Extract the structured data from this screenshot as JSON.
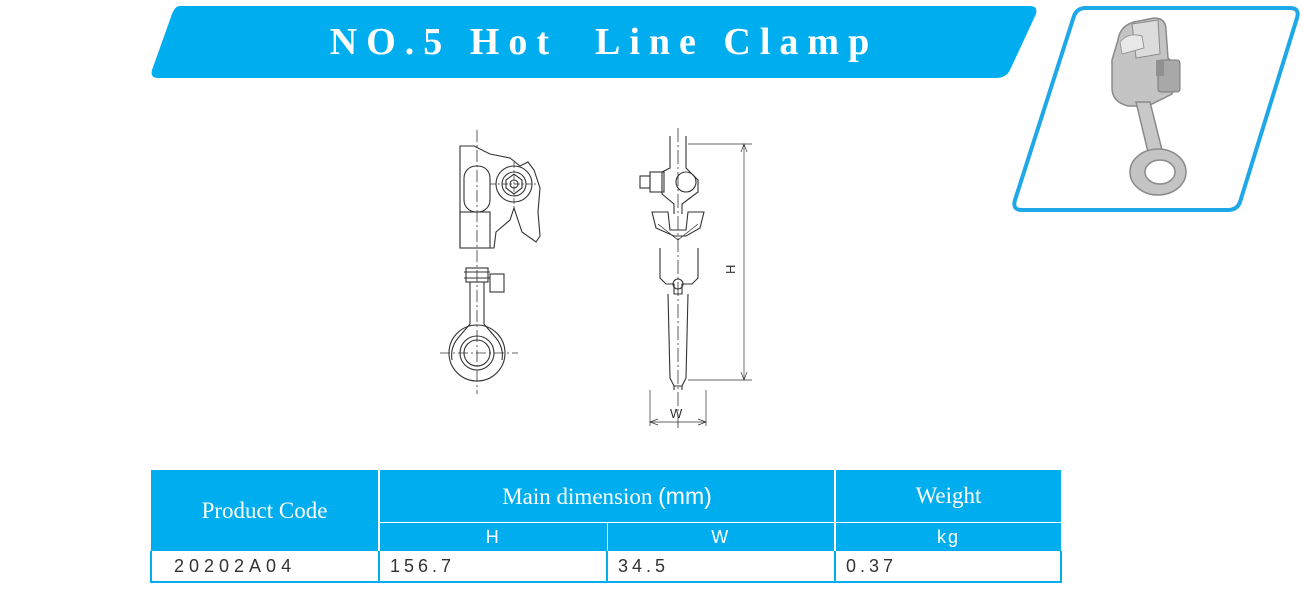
{
  "title": "NO.5 Hot  Line Clamp",
  "drawing": {
    "dim_h": "H",
    "dim_w": "W"
  },
  "table": {
    "product_code_header": "Product Code",
    "main_dimension_header": "Main dimension",
    "main_dimension_unit": "(mm)",
    "weight_header": "Weight",
    "sub_h": "H",
    "sub_w": "W",
    "sub_kg": "kg",
    "rows": [
      {
        "code": "20202A04",
        "h": "156.7",
        "w": "34.5",
        "weight": "0.37"
      }
    ]
  },
  "colors": {
    "accent": "#00aeef",
    "line": "#333333"
  }
}
